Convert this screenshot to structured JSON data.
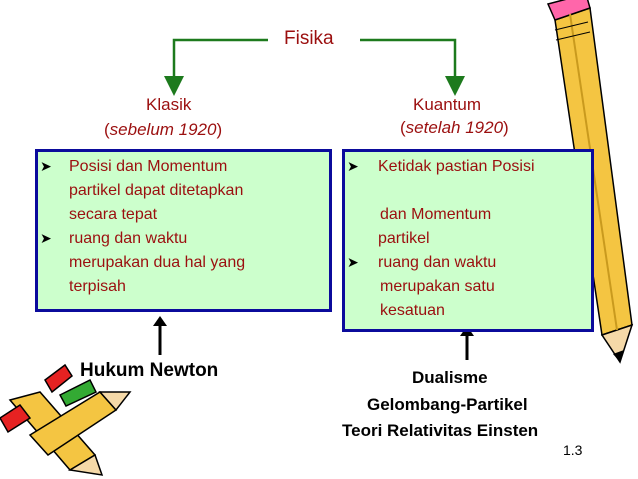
{
  "title": "Fisika",
  "left": {
    "heading": "Klasik",
    "subheading_open": "(",
    "subheading_italic": "sebelum 1920",
    "subheading_close": ")",
    "items": [
      {
        "lines": [
          "Posisi dan Momentum",
          "partikel dapat ditetapkan",
          "secara tepat"
        ]
      },
      {
        "lines": [
          "ruang dan waktu",
          "merupakan dua hal yang",
          "terpisah"
        ]
      }
    ],
    "footer": "Hukum Newton"
  },
  "right": {
    "heading": "Kuantum",
    "subheading_open": "(",
    "subheading_italic": "setelah 1920",
    "subheading_close": ")",
    "items": [
      {
        "lines": [
          "Ketidak pastian Posisi",
          "",
          "dan Momentum",
          "partikel"
        ]
      },
      {
        "lines": [
          "ruang dan waktu",
          "merupakan satu",
          "kesatuan"
        ]
      }
    ],
    "footer_lines": [
      "Dualisme",
      "Gelombang-Partikel",
      "Teori Relativitas Einsten"
    ]
  },
  "page_number": "1.3",
  "colors": {
    "text": "#9b0f0f",
    "arrow": "#1d7a1d",
    "box_fill": "#ccffcc",
    "box_border": "#0b0b9c"
  }
}
